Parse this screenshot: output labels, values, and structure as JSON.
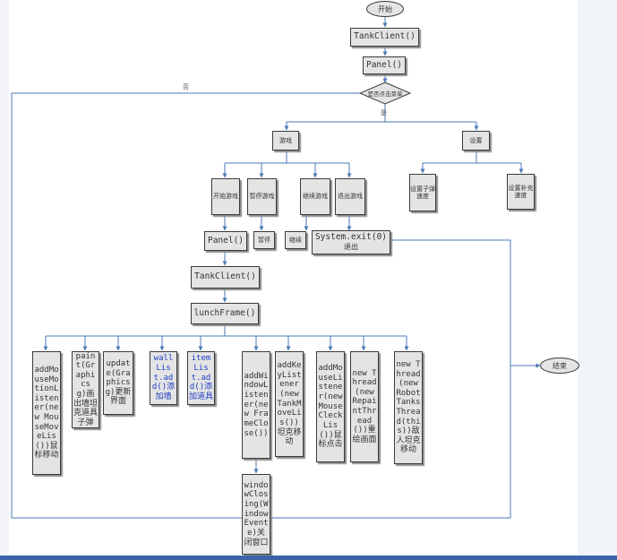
{
  "nodes": {
    "start": "开始",
    "tank_client": "TankClient()",
    "panel": "Panel()",
    "decision": "是否点击菜单",
    "game": "游戏",
    "settings": "设置",
    "start_game": "开始游戏",
    "pause_game": "暂停游戏",
    "continue_game": "继续游戏",
    "exit_game": "退出游戏",
    "set_bullet_speed": "设置子弹速度",
    "set_refill_speed": "设置补充速度",
    "panel2": "Panel()",
    "pause": "暂停",
    "continue": "继续",
    "system_exit": "System.exit(0)",
    "system_exit_sub": "退出",
    "tank_client2": "TankClient()",
    "lunch_frame": "lunchFrame()",
    "add_mouse_motion": "addMouseMotionListener(new MouseMoveLis())鼠标移动",
    "paint": "paint(Graphics g)画出墙坦克道具子弹",
    "update": "update(Graphics g)更新界面",
    "wall_list": "wallList.add()添加墙",
    "item_list": "itemList.add()添加道具",
    "add_window_listener": "addWindowListener(new FrameClose())",
    "add_key_listener": "addKeyListener(new TankMoveLis())坦克移动",
    "add_mouse_listener": "addMouseListener(new MouseCleckLis())鼠标点击",
    "repaint_thread": "new Thread(new RepaintThread())重绘画面",
    "robot_thread": "new Thread(new RobotTanksThread(this))敌人坦克移动",
    "window_closing": "windowClosing(WindowEvente)关闭窗口",
    "end": "结束"
  },
  "edge_labels": {
    "no": "否",
    "yes": "是"
  }
}
